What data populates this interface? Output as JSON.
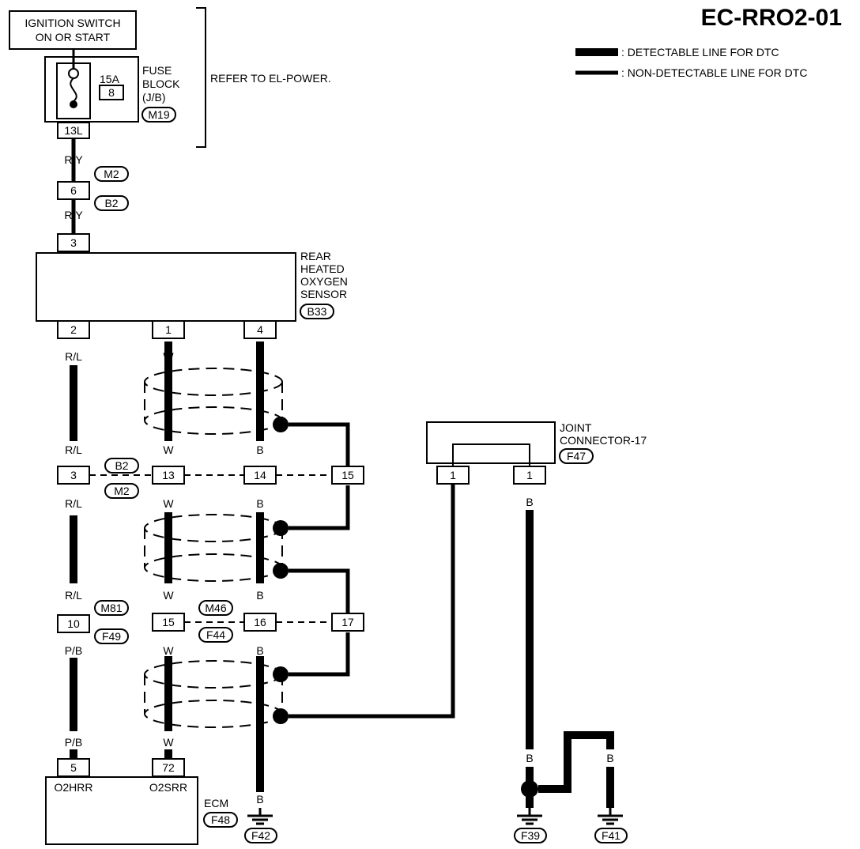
{
  "diagram_id": "EC-RRO2-01",
  "legend": {
    "detectable": ": DETECTABLE LINE FOR DTC",
    "non_detectable": ": NON-DETECTABLE LINE FOR DTC"
  },
  "ignition_switch": {
    "line1": "IGNITION SWITCH",
    "line2": "ON OR START"
  },
  "fuse_block": {
    "amps": "15A",
    "fuse_no": "8",
    "line1": "FUSE",
    "line2": "BLOCK",
    "line3": "(J/B)",
    "conn": "M19",
    "pin": "13L"
  },
  "refer_note": "REFER TO EL-POWER.",
  "sensor": {
    "line1": "REAR",
    "line2": "HEATED",
    "line3": "OXYGEN",
    "line4": "SENSOR",
    "conn": "B33",
    "pin_top": "3",
    "pin_a": "2",
    "pin_b": "1",
    "pin_c": "4"
  },
  "joint_connector": {
    "line1": "JOINT",
    "line2": "CONNECTOR-17",
    "conn": "F47",
    "pin_left": "1",
    "pin_right": "1"
  },
  "ecm": {
    "label": "ECM",
    "conn": "F48",
    "term1_name": "O2HRR",
    "term2_name": "O2SRR",
    "term1_pin": "5",
    "term2_pin": "72"
  },
  "connectors": {
    "m2_b2": {
      "pin": "6",
      "upper": "M2",
      "lower": "B2"
    },
    "b2_m2": {
      "pin_rl": "3",
      "pin_w": "13",
      "pin_b": "14",
      "pin_s": "15",
      "upper": "B2",
      "lower": "M2"
    },
    "m81_f49": {
      "pin": "10",
      "upper": "M81",
      "lower": "F49"
    },
    "m46_f44": {
      "pin_w": "15",
      "pin_b": "16",
      "pin_s": "17",
      "upper": "M46",
      "lower": "F44"
    }
  },
  "wire_colors": {
    "ry": "R/Y",
    "rl": "R/L",
    "w": "W",
    "b": "B",
    "pb": "P/B"
  },
  "grounds": {
    "g1": "F42",
    "g2": "F39",
    "g3": "F41"
  }
}
